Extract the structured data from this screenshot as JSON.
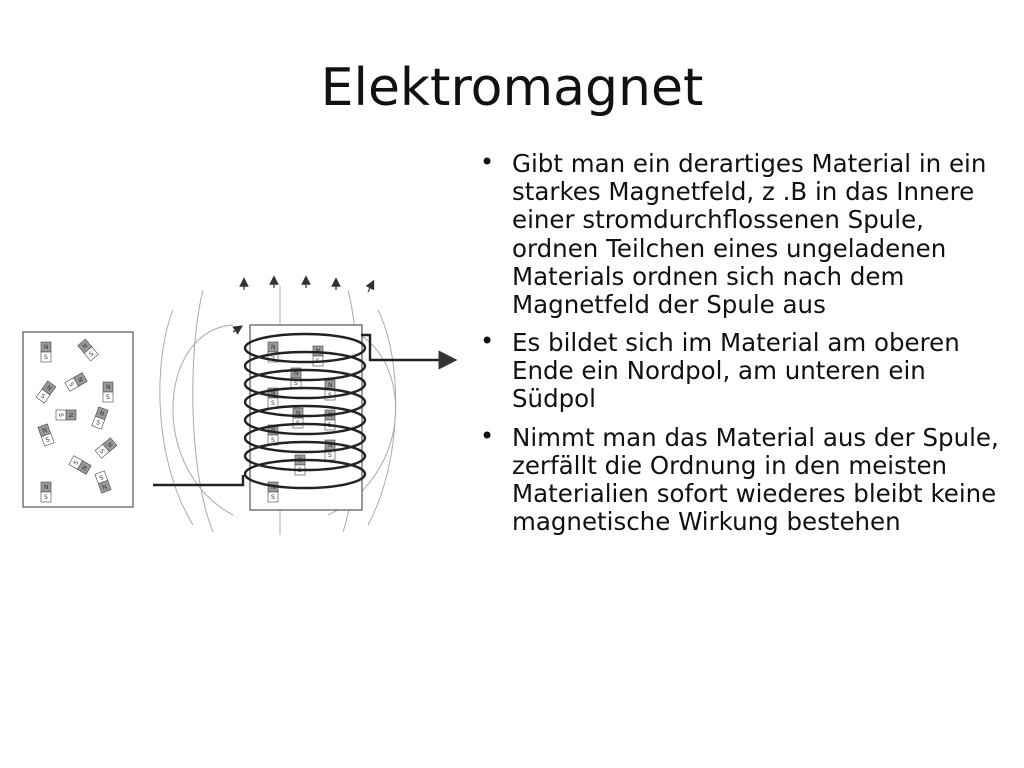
{
  "slide": {
    "title": "Elektromagnet"
  },
  "bullets": [
    "Gibt man ein derartiges Material in ein starkes Magnetfeld, z .B in das Innere einer stromdurchflossenen Spule, ordnen Teilchen eines ungeladenen Materials ordnen sich nach dem Magnetfeld der Spule aus",
    "Es bildet sich im Material am oberen Ende ein Nordpol, am unteren ein Südpol",
    "Nimmt man das Material aus der Spule, zerfällt die Ordnung in den meisten Materialien sofort wiederes bleibt keine magnetische Wirkung bestehen"
  ],
  "diagram": {
    "magnet_labels": {
      "north": "N",
      "south": "S"
    }
  }
}
